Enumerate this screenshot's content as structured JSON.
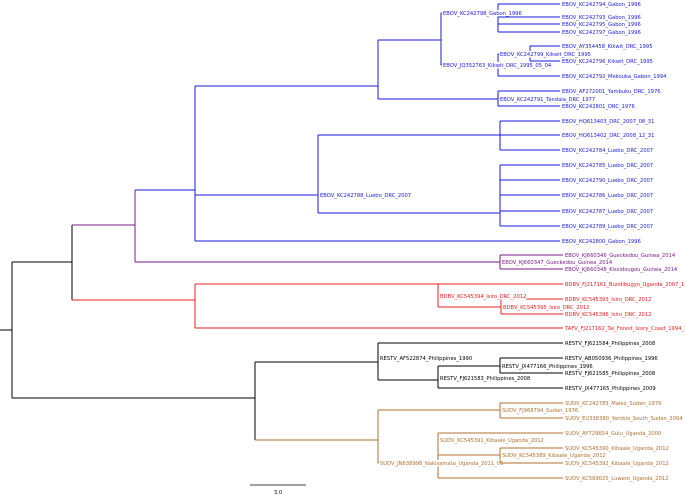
{
  "colors": {
    "root": "#000000",
    "ebov": "#1a1adf",
    "guinea": "#7a1a8a",
    "bdbv": "#e82020",
    "restv": "#000000",
    "sudv": "#b07030"
  },
  "scale_bar_label": "3.0",
  "leaves": [
    {
      "id": "l1",
      "label": "EBOV_KC242794_Gabon_1996",
      "group": "ebov"
    },
    {
      "id": "l2",
      "label": "EBOV_KC242793_Gabon_1996",
      "group": "ebov"
    },
    {
      "id": "l3",
      "label": "EBOV_KC242795_Gabon_1996",
      "group": "ebov"
    },
    {
      "id": "l4",
      "label": "EBOV_KC242797_Gabon_1996",
      "group": "ebov"
    },
    {
      "id": "l5",
      "label": "EBOV_AY354458_Kikwit_DRC_1995",
      "group": "ebov"
    },
    {
      "id": "l6",
      "label": "EBOV_KC242796_Kikwit_DRC_1995",
      "group": "ebov"
    },
    {
      "id": "l7",
      "label": "EBOV_KC242792_Mekouka_Gabon_1994",
      "group": "ebov"
    },
    {
      "id": "l8",
      "label": "EBOV_AF272001_Yambuku_DRC_1976",
      "group": "ebov"
    },
    {
      "id": "l9",
      "label": "EBOV_KC242801_DRC_1976",
      "group": "ebov"
    },
    {
      "id": "l10",
      "label": "EBOV_HQ613403_DRC_2007_08_31",
      "group": "ebov"
    },
    {
      "id": "l11",
      "label": "EBOV_HQ613402_DRC_2008_12_31",
      "group": "ebov"
    },
    {
      "id": "l12",
      "label": "EBOV_KC242784_Luebo_DRC_2007",
      "group": "ebov"
    },
    {
      "id": "l13",
      "label": "EBOV_KC242785_Luebo_DRC_2007",
      "group": "ebov"
    },
    {
      "id": "l14",
      "label": "EBOV_KC242790_Luebo_DRC_2007",
      "group": "ebov"
    },
    {
      "id": "l15",
      "label": "EBOV_KC242786_Luebo_DRC_2007",
      "group": "ebov"
    },
    {
      "id": "l16",
      "label": "EBOV_KC242787_Luebo_DRC_2007",
      "group": "ebov"
    },
    {
      "id": "l17",
      "label": "EBOV_KC242789_Luebo_DRC_2007",
      "group": "ebov"
    },
    {
      "id": "l18",
      "label": "EBOV_KC242800_Gabon_1996",
      "group": "ebov"
    },
    {
      "id": "l19",
      "label": "EBOV_KJ660346_Gueckedou_Guinea_2014",
      "group": "guinea"
    },
    {
      "id": "l20",
      "label": "EBOV_KJ660348_Kissidougou_Guinea_2014",
      "group": "guinea"
    },
    {
      "id": "l21",
      "label": "BDBV_FJ217161_Bundibugyo_Uganda_2007_11",
      "group": "bdbv"
    },
    {
      "id": "l22",
      "label": "BDBV_KC545393_Isiro_DRC_2012",
      "group": "bdbv"
    },
    {
      "id": "l23",
      "label": "BDBV_KC545396_Isiro_DRC_2012",
      "group": "bdbv"
    },
    {
      "id": "l24",
      "label": "TAFV_FJ217162_Tai_Forest_Ivory_Coast_1994_11",
      "group": "bdbv"
    },
    {
      "id": "l25",
      "label": "RESTV_FJ621584_Philippines_2008",
      "group": "restv"
    },
    {
      "id": "l26",
      "label": "RESTV_AB050936_Philippines_1996",
      "group": "restv"
    },
    {
      "id": "l27",
      "label": "RESTV_FJ621585_Philippines_2008",
      "group": "restv"
    },
    {
      "id": "l28",
      "label": "RESTV_JX477165_Philippines_2009",
      "group": "restv"
    },
    {
      "id": "l29",
      "label": "SUDV_KC242783_Maleo_Sudan_1979",
      "group": "sudv"
    },
    {
      "id": "l30",
      "label": "SUDV_EU338380_Yambio_South_Sudan_2004",
      "group": "sudv"
    },
    {
      "id": "l31",
      "label": "SUDV_AY729654_Gulu_Uganda_2000",
      "group": "sudv"
    },
    {
      "id": "l32",
      "label": "SUDV_KC545390_Kibaale_Uganda_2012",
      "group": "sudv"
    },
    {
      "id": "l33",
      "label": "SUDV_KC545392_Kibaale_Uganda_2012",
      "group": "sudv"
    },
    {
      "id": "l34",
      "label": "SUDV_KC589025_Luwero_Uganda_2012",
      "group": "sudv"
    }
  ],
  "internal_nodes": [
    {
      "id": "n_g1",
      "label": "EBOV_KC242798_Gabon_1996",
      "group": "ebov"
    },
    {
      "id": "n_g2",
      "label": "EBOV_KC242799_Kikwit_DRC_1995",
      "group": "ebov"
    },
    {
      "id": "n_g3",
      "label": "EBOV_JQ352763_Kikwit_DRC_1995_05_04",
      "group": "ebov"
    },
    {
      "id": "n_g4",
      "label": "EBOV_KC242791_Tandala_DRC_1977",
      "group": "ebov"
    },
    {
      "id": "n_g5",
      "label": "EBOV_KC242788_Luebo_DRC_2007",
      "group": "ebov"
    },
    {
      "id": "n_g6",
      "label": "EBOV_KJ660347_Gueckedou_Guinea_2014",
      "group": "guinea"
    },
    {
      "id": "n_b1",
      "label": "BDBV_KC545394_Isiro_DRC_2012",
      "group": "bdbv"
    },
    {
      "id": "n_b2",
      "label": "BDBV_KC545395_Isiro_DRC_2012",
      "group": "bdbv"
    },
    {
      "id": "n_r1",
      "label": "RESTV_AF522874_Philippines_1990",
      "group": "restv"
    },
    {
      "id": "n_r2",
      "label": "RESTV_JX477166_Philippines_1996",
      "group": "restv"
    },
    {
      "id": "n_r3",
      "label": "RESTV_FJ621583_Philippines_2008",
      "group": "restv"
    },
    {
      "id": "n_s1",
      "label": "SUDV_FJ968794_Sudan_1976",
      "group": "sudv"
    },
    {
      "id": "n_s2",
      "label": "SUDV_KC545391_Kibaale_Uganda_2012",
      "group": "sudv"
    },
    {
      "id": "n_s3",
      "label": "SUDV_KC545389_Kibaale_Uganda_2012",
      "group": "sudv"
    },
    {
      "id": "n_s4",
      "label": "SUDV_JN638998_Nakisamata_Uganda_2011_05",
      "group": "sudv"
    }
  ]
}
